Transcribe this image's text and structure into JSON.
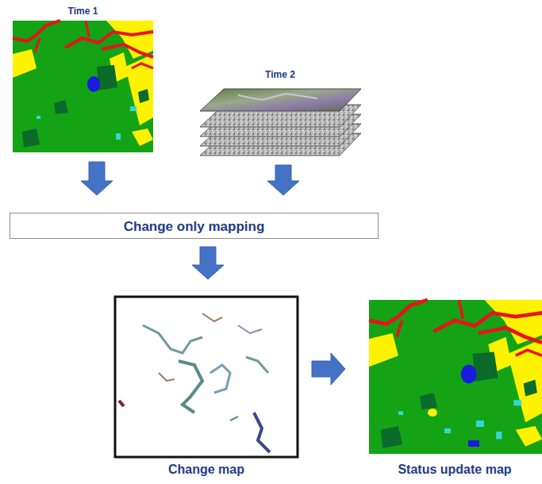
{
  "diagram": {
    "nodes": [
      {
        "text": [
          "Time 1"
        ]
      },
      {
        "text": [
          "Time 2"
        ]
      },
      {
        "text": [
          "Change only mapping"
        ]
      },
      {
        "text": [
          "Change map"
        ]
      },
      {
        "text": [
          "Status update map"
        ]
      }
    ],
    "edges": [
      {
        "from": 0,
        "to": 2,
        "arrow": "to"
      },
      {
        "from": 1,
        "to": 2,
        "arrow": "to"
      },
      {
        "from": 2,
        "to": 3,
        "arrow": "to"
      },
      {
        "from": 3,
        "to": 4,
        "arrow": "to"
      }
    ]
  }
}
